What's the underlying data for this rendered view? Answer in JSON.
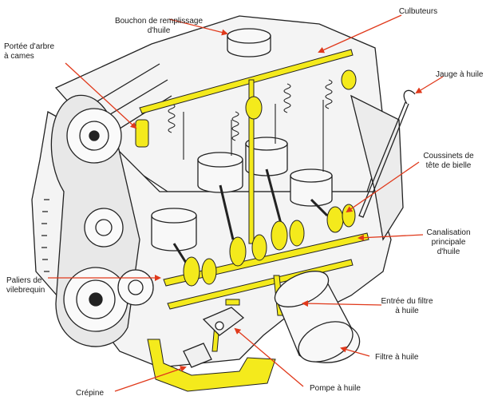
{
  "labels": {
    "bouchon": [
      "Bouchon de remplissage",
      "d'huile"
    ],
    "culbuteurs": [
      "Culbuteurs"
    ],
    "portee": [
      "Portée d'arbre",
      "à cames"
    ],
    "jauge": [
      "Jauge à huile"
    ],
    "coussinets": [
      "Coussinets de",
      "tête de bielle"
    ],
    "canalisation": [
      "Canalisation",
      "principale",
      "d'huile"
    ],
    "paliers": [
      "Paliers de",
      "vilebrequin"
    ],
    "entree": [
      "Entrée du filtre",
      "à huile"
    ],
    "filtre": [
      "Filtre à huile"
    ],
    "pompe": [
      "Pompe à huile"
    ],
    "crepine": [
      "Crépine"
    ]
  },
  "colors": {
    "oil": "#f4ea1c",
    "arrow": "#e0391b",
    "ink": "#222222",
    "metal": "#f4f4f4"
  }
}
